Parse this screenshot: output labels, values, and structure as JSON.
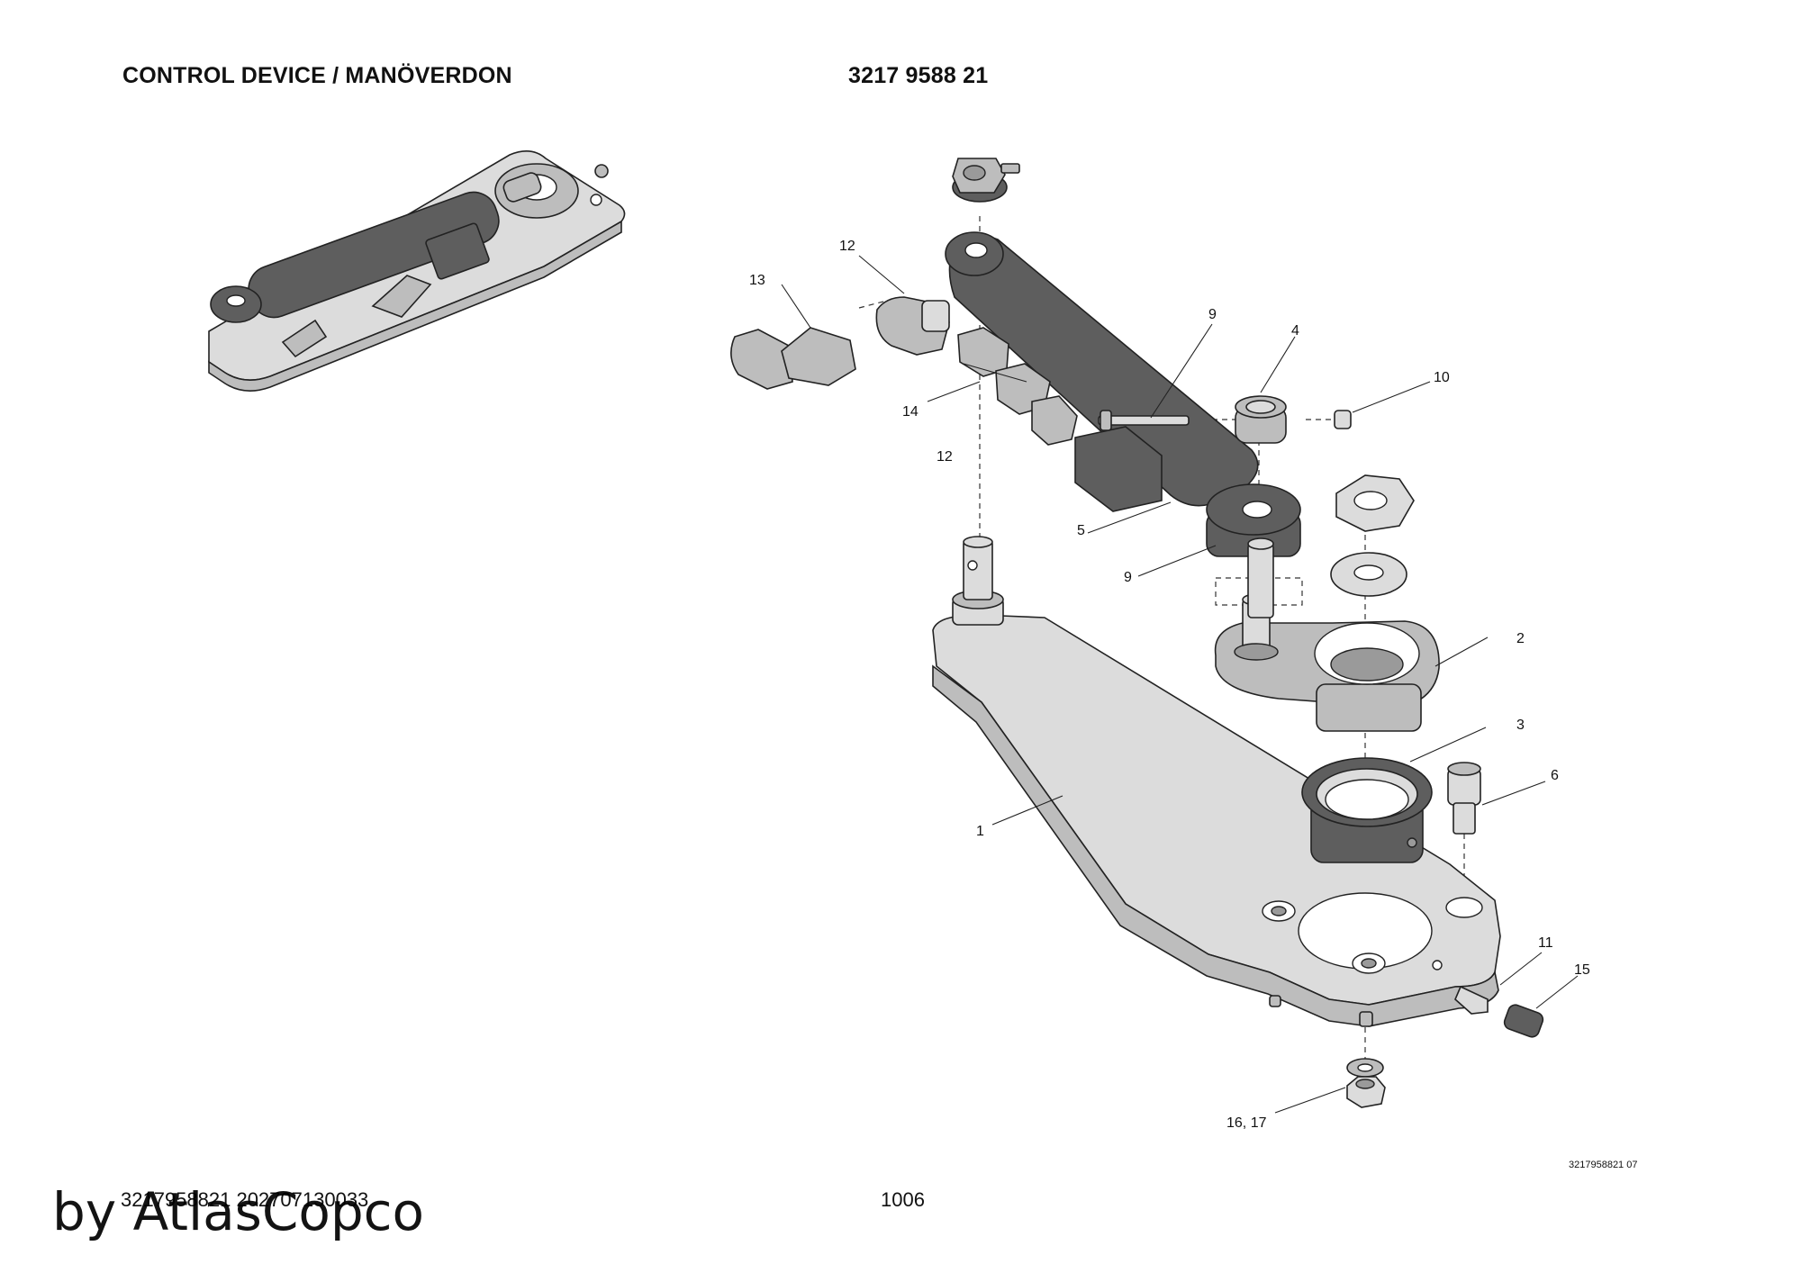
{
  "header": {
    "title": "CONTROL DEVICE / MANÖVERDON",
    "part_number": "3217 9588 21"
  },
  "callouts": [
    {
      "id": "c1",
      "label": "1"
    },
    {
      "id": "c2",
      "label": "2"
    },
    {
      "id": "c3",
      "label": "3"
    },
    {
      "id": "c4",
      "label": "4"
    },
    {
      "id": "c5",
      "label": "5"
    },
    {
      "id": "c6",
      "label": "6"
    },
    {
      "id": "c9a",
      "label": "9"
    },
    {
      "id": "c9b",
      "label": "9"
    },
    {
      "id": "c10",
      "label": "10"
    },
    {
      "id": "c11",
      "label": "11"
    },
    {
      "id": "c12a",
      "label": "12"
    },
    {
      "id": "c12b",
      "label": "12"
    },
    {
      "id": "c13",
      "label": "13"
    },
    {
      "id": "c14",
      "label": "14"
    },
    {
      "id": "c15",
      "label": "15"
    },
    {
      "id": "c16",
      "label": "16, 17"
    }
  ],
  "footer": {
    "drawing_code": "3217958821 07",
    "doc_ref": "3217958821 202707130033",
    "page_number": "1006",
    "watermark": "by AtlasCopco"
  },
  "colors": {
    "light_part": "#dcdcdc",
    "mid_part": "#bdbdbd",
    "dark_part": "#5e5e5e"
  }
}
